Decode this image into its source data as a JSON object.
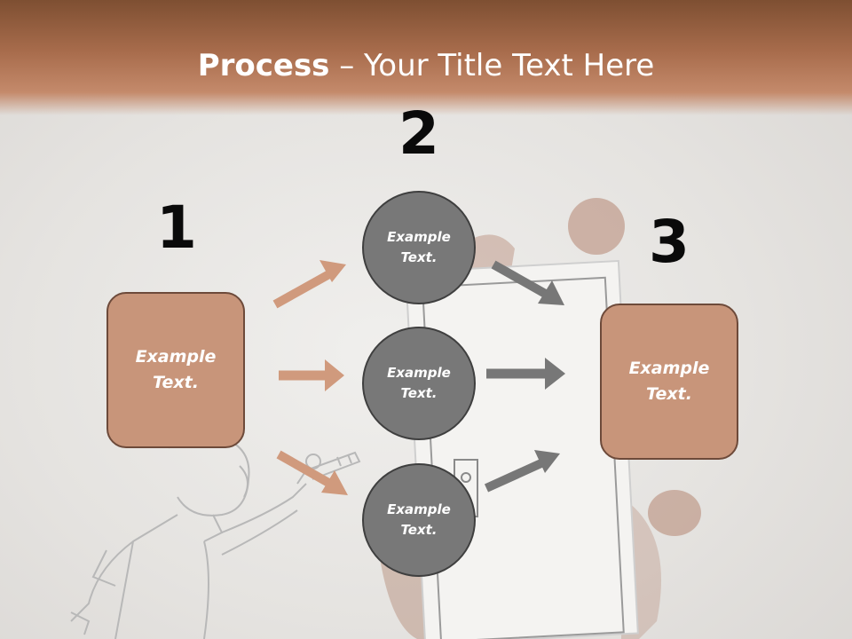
{
  "title": {
    "bold": "Process",
    "rest": " – Your Title Text Here"
  },
  "steps": {
    "one": {
      "number": "1",
      "text": "Example\nText."
    },
    "two": {
      "number": "2",
      "items": [
        "Example\nText.",
        "Example\nText.",
        "Example\nText."
      ]
    },
    "three": {
      "number": "3",
      "text": "Example\nText."
    }
  },
  "colors": {
    "header": "#a86c4c",
    "box_fill": "#c8957a",
    "circle_fill": "#787878",
    "arrow_orange": "#d09a7d",
    "arrow_gray": "#777777"
  }
}
